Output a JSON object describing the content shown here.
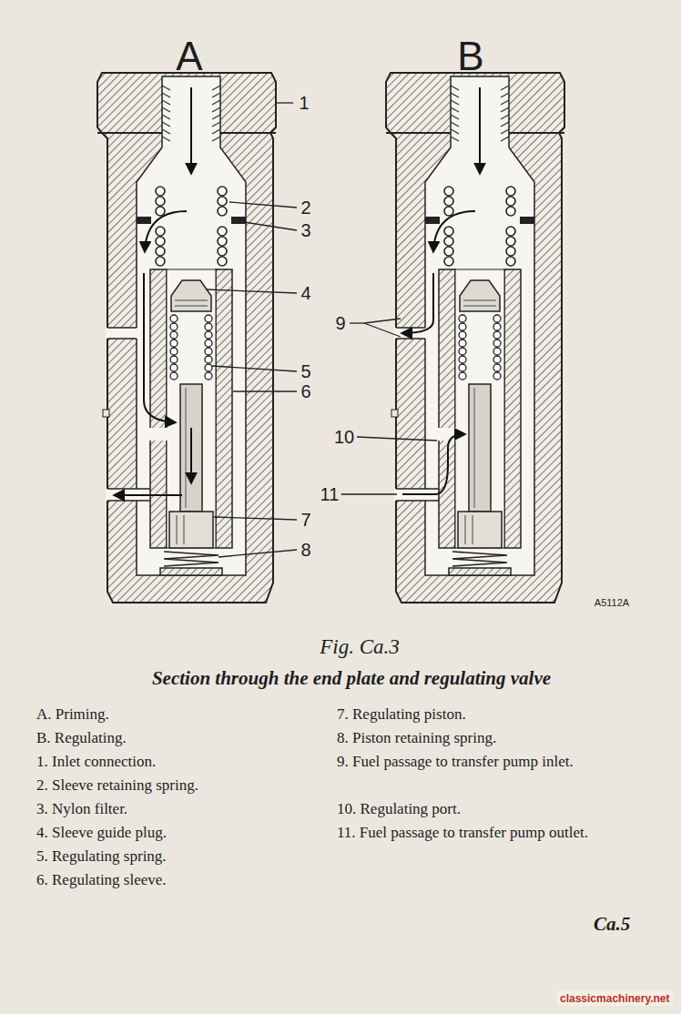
{
  "diagram": {
    "title": "Fig. Ca.3",
    "caption": "Section through the end plate and regulating valve",
    "labels": [
      "A",
      "B",
      "1",
      "2",
      "3",
      "4",
      "9",
      "5",
      "6",
      "10",
      "11",
      "7",
      "8",
      "A5112A",
      "A. Priming.",
      "B. Regulating.",
      "1. Inlet connection.",
      "2. Sleeve retaining spring.",
      "3. Nylon filter.",
      "4. Sleeve guide plug.",
      "5. Regulating spring.",
      "6. Regulating sleeve.",
      "7. Regulating piston.",
      "8. Piston retaining spring.",
      "9. Fuel passage to transfer pump inlet.",
      "10. Regulating port.",
      "11. Fuel passage to transfer pump outlet.",
      "Ca.5",
      "classicmachinery.net"
    ]
  }
}
